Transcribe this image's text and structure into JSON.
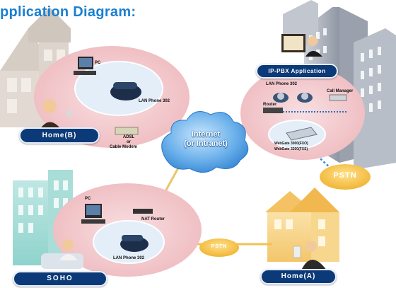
{
  "title": "pplication Diagram:",
  "cloud": {
    "line1": "Internet",
    "line2": "(or Intranet)"
  },
  "sites": {
    "home_b": {
      "label": "Home(B)",
      "pc": "PC",
      "phone": "LAN Phone 302",
      "modem_1": "ADSL",
      "modem_2": "or",
      "modem_3": "Cable Modem"
    },
    "ippbx": {
      "label": "IP-PBX Application",
      "phone": "LAN Phone 302",
      "router": "Router",
      "call_manager": "Call Manager",
      "gw1": "WebGate 3000(FXO)",
      "gw2": "WebGate 3200(FXS)"
    },
    "soho": {
      "label": "SOHO",
      "pc": "PC",
      "router": "NAT Router",
      "phone": "LAN Phone 302"
    },
    "home_a": {
      "label": "Home(A)"
    }
  },
  "pstn": {
    "right": "PSTN",
    "bottom": "PSTN"
  },
  "colors": {
    "title": "#1a7fd0",
    "pill": "#0c3a78",
    "ellipse": "#f2c9cc",
    "inner": "#dbe8f7",
    "pstn": "#f7c24a",
    "cloud": "#5fa9e6"
  }
}
